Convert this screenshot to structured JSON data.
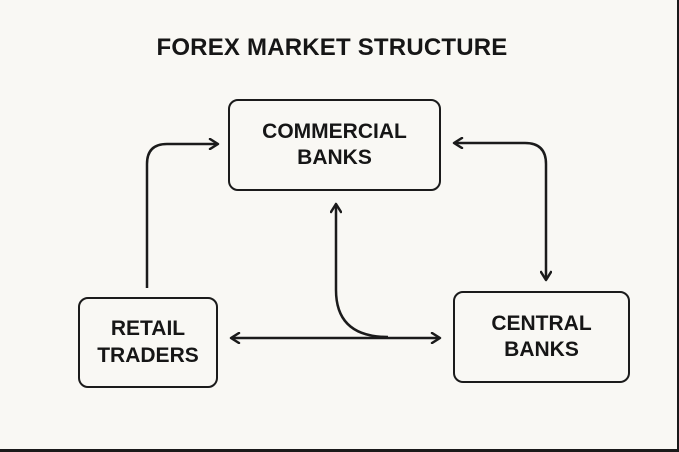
{
  "title": "FOREX MARKET STRUCTURE",
  "nodes": {
    "commercial_banks": {
      "line1": "COMMERCIAL",
      "line2": "BANKS"
    },
    "retail_traders": {
      "line1": "RETAIL",
      "line2": "TRADERS"
    },
    "central_banks": {
      "line1": "CENTRAL",
      "line2": "BANKS"
    }
  },
  "connections": [
    {
      "from": "retail_traders",
      "to": "commercial_banks",
      "direction": "one-way"
    },
    {
      "from": "commercial_banks",
      "to": "central_banks",
      "direction": "two-way"
    },
    {
      "from": "retail_traders",
      "to": "central_banks",
      "direction": "two-way"
    },
    {
      "from": "central-retail-link",
      "to": "commercial_banks",
      "direction": "one-way"
    }
  ],
  "colors": {
    "background": "#f9f8f4",
    "stroke": "#1b1b1b",
    "text": "#161616"
  }
}
